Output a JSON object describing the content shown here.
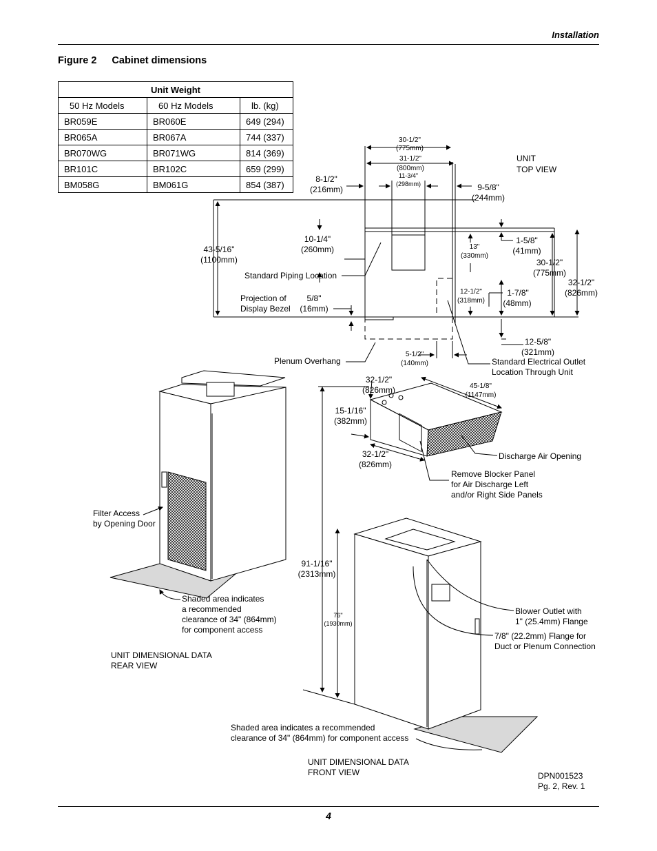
{
  "header": {
    "section": "Installation"
  },
  "figure": {
    "number": "Figure 2",
    "title": "Cabinet dimensions"
  },
  "weight_table": {
    "title": "Unit Weight",
    "columns": [
      "50 Hz Models",
      "60 Hz Models",
      "lb. (kg)"
    ],
    "rows": [
      [
        "BR059E",
        "BR060E",
        "649 (294)"
      ],
      [
        "BR065A",
        "BR067A",
        "744 (337)"
      ],
      [
        "BR070WG",
        "BR071WG",
        "814 (369)"
      ],
      [
        "BR101C",
        "BR102C",
        "659 (299)"
      ],
      [
        "BM058G",
        "BM061G",
        "854 (387)"
      ]
    ]
  },
  "top_view": {
    "title": [
      "UNIT",
      "TOP VIEW"
    ],
    "dims": {
      "d1": [
        "30-1/2\"",
        "(775mm)"
      ],
      "d2": [
        "31-1/2\"",
        "(800mm)"
      ],
      "d3": [
        "11-3/4\"",
        "(298mm)"
      ],
      "d4": [
        "8-1/2\"",
        "(216mm)"
      ],
      "d5": [
        "9-5/8\"",
        "(244mm)"
      ],
      "d6": [
        "43-5/16\"",
        "(1100mm)"
      ],
      "d7": [
        "10-1/4\"",
        "(260mm)"
      ],
      "d8": [
        "13\"",
        "(330mm)"
      ],
      "d9": [
        "1-5/8\"",
        "(41mm)"
      ],
      "d10": [
        "30-1/2\"",
        "(775mm)"
      ],
      "d11": [
        "32-1/2\"",
        "(826mm)"
      ],
      "d12": [
        "12-1/2\"",
        "(318mm)"
      ],
      "d13": [
        "1-7/8\"",
        "(48mm)"
      ],
      "d14": [
        "5/8\"",
        "(16mm)"
      ],
      "d15": [
        "12-5/8\"",
        "(321mm)"
      ],
      "d16": [
        "5-1/2\"",
        "(140mm)"
      ]
    },
    "labels": {
      "piping": "Standard Piping Location",
      "bezel": [
        "Projection of",
        "Display Bezel"
      ],
      "plenum": "Plenum Overhang",
      "electrical": [
        "Standard Electrical Outlet",
        "Location Through Unit"
      ]
    }
  },
  "plenum_view": {
    "dims": {
      "w": [
        "32-1/2\"",
        "(826mm)"
      ],
      "l": [
        "45-1/8\"",
        "(1147mm)"
      ],
      "h": [
        "15-1/16\"",
        "(382mm)"
      ],
      "d": [
        "32-1/2\"",
        "(826mm)"
      ]
    },
    "labels": {
      "discharge": "Discharge Air Opening",
      "blocker": [
        "Remove Blocker Panel",
        "for Air Discharge Left",
        "and/or Right Side Panels"
      ]
    }
  },
  "rear_view": {
    "filter": [
      "Filter Access",
      "by Opening Door"
    ],
    "shaded": [
      "Shaded area indicates",
      "a recommended",
      "clearance of 34\" (864mm)",
      "for component access"
    ],
    "title": [
      "UNIT DIMENSIONAL DATA",
      "REAR VIEW"
    ]
  },
  "front_view": {
    "h1": [
      "91-1/16\"",
      "(2313mm)"
    ],
    "h2": [
      "76\"",
      "(1930mm)"
    ],
    "blower": [
      "Blower Outlet with",
      "1\" (25.4mm) Flange"
    ],
    "flange": [
      "7/8\" (22.2mm) Flange for",
      "Duct or Plenum Connection"
    ],
    "shaded": [
      "Shaded area indicates a recommended",
      "clearance of 34\" (864mm) for component access"
    ],
    "title": [
      "UNIT DIMENSIONAL DATA",
      "FRONT VIEW"
    ]
  },
  "doc_ref": [
    "DPN001523",
    "Pg. 2, Rev. 1"
  ],
  "page_number": "4"
}
